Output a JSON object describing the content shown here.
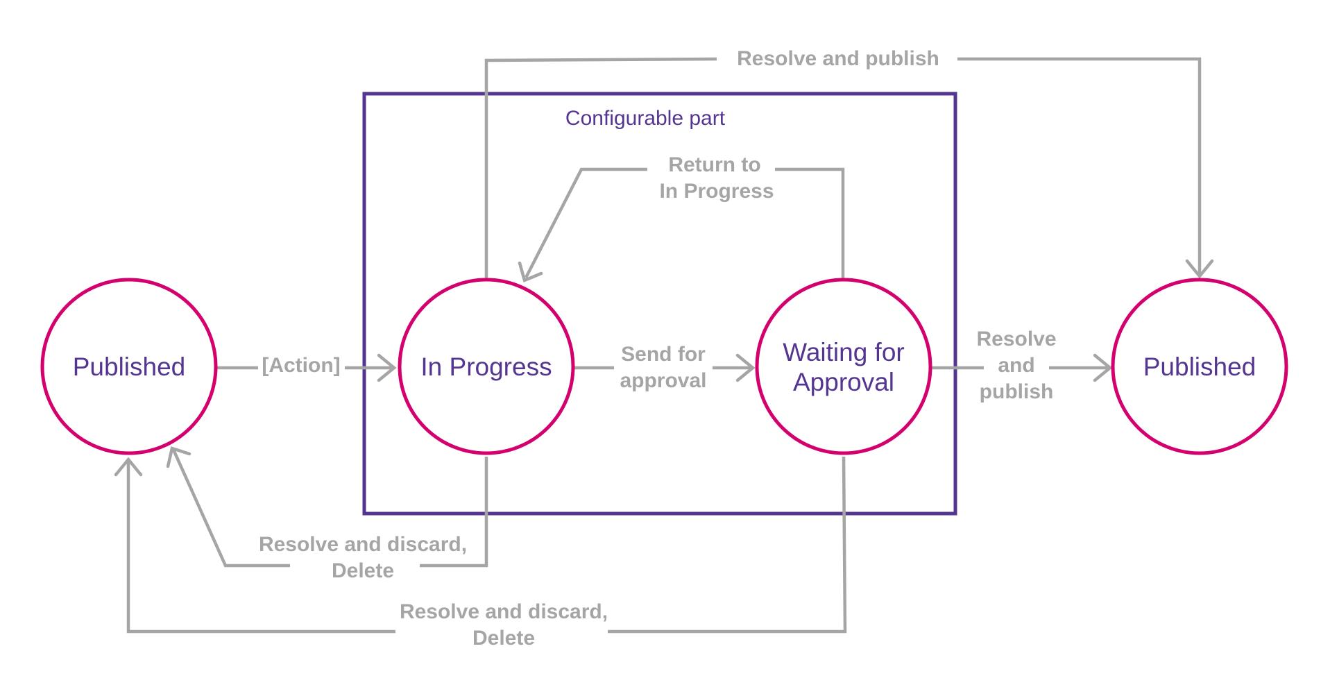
{
  "group": {
    "label": "Configurable part"
  },
  "states": {
    "published_start": "Published",
    "in_progress": "In Progress",
    "waiting_for_approval_line1": "Waiting for",
    "waiting_for_approval_line2": "Approval",
    "published_end": "Published"
  },
  "transitions": {
    "action": "[Action]",
    "send_for_approval_line1": "Send for",
    "send_for_approval_line2": "approval",
    "return_line1": "Return to",
    "return_line2": "In Progress",
    "resolve_publish_top": "Resolve and publish",
    "resolve_publish_right_line1": "Resolve",
    "resolve_publish_right_line2": "and",
    "resolve_publish_right_line3": "publish",
    "discard_inprogress_line1": "Resolve and discard,",
    "discard_inprogress_line2": "Delete",
    "discard_waiting_line1": "Resolve and discard,",
    "discard_waiting_line2": "Delete"
  },
  "colors": {
    "state_border": "#d4006e",
    "state_text": "#553592",
    "group_border": "#553592",
    "edge": "#a5a5a5"
  }
}
